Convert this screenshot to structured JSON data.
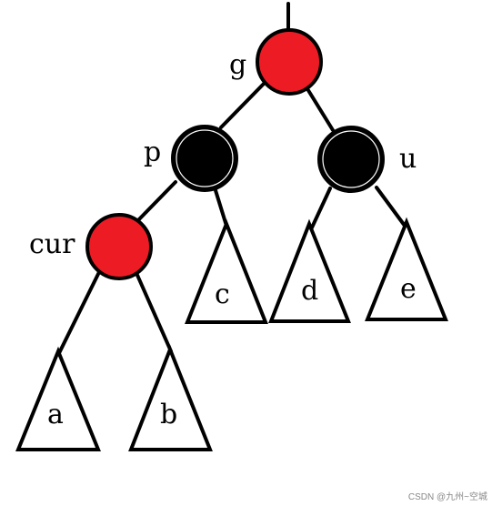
{
  "diagram": {
    "nodes": {
      "g": {
        "label": "g",
        "color": "red"
      },
      "p": {
        "label": "p",
        "color": "black"
      },
      "u": {
        "label": "u",
        "color": "black"
      },
      "cur": {
        "label": "cur",
        "color": "red"
      }
    },
    "subtrees": {
      "a": "a",
      "b": "b",
      "c": "c",
      "d": "d",
      "e": "e"
    },
    "colors": {
      "red": "#ed1c24",
      "black": "#000000",
      "stroke": "#000000"
    }
  },
  "watermark": "CSDN @九州~空城"
}
